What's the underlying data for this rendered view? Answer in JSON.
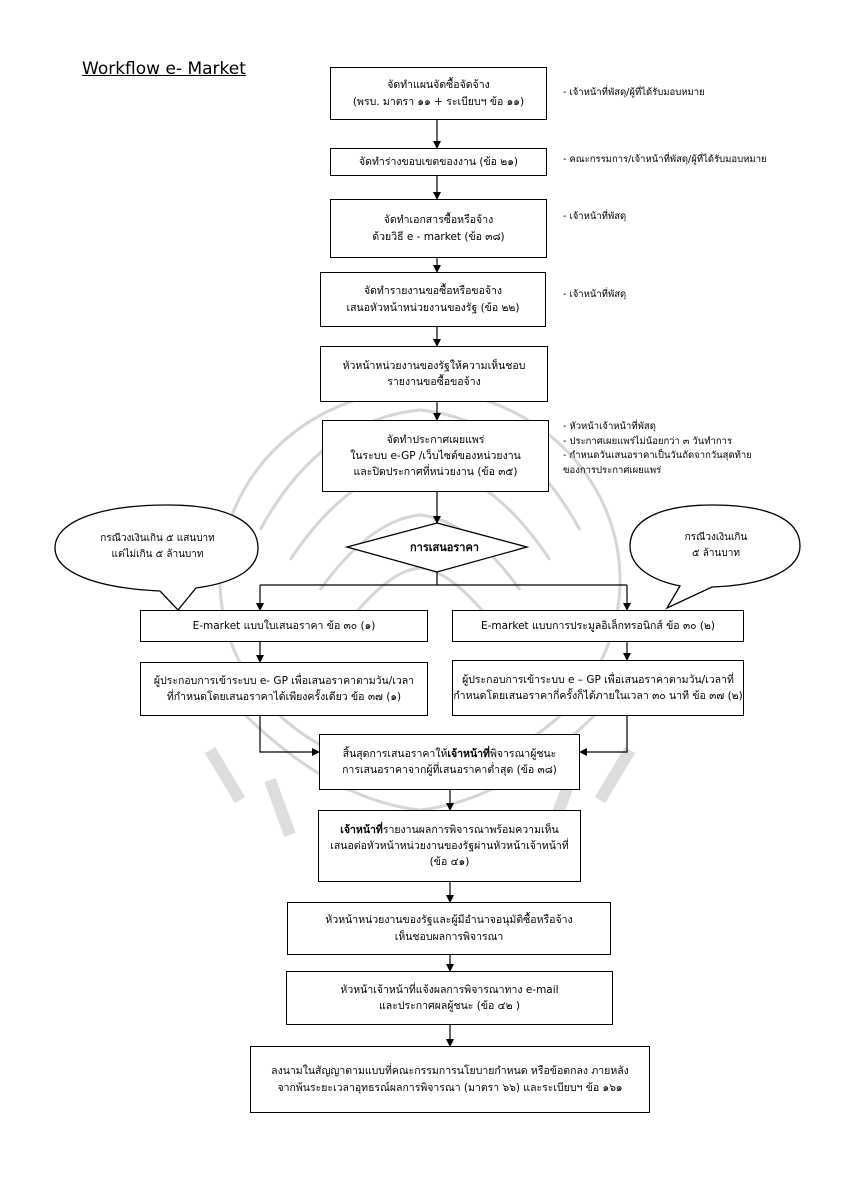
{
  "title": "Workflow e- Market",
  "steps": {
    "s1": [
      "จัดทำแผนจัดซื้อจัดจ้าง",
      "(พรบ. มาตรา ๑๑ + ระเบียบฯ ข้อ ๑๑)"
    ],
    "s2": [
      "จัดทำร่างขอบเขตของงาน (ข้อ ๒๑)"
    ],
    "s3": [
      "จัดทำเอกสารซื้อหรือจ้าง",
      "ด้วยวิธี e - market (ข้อ ๓๘)"
    ],
    "s4": [
      "จัดทำรายงานขอซื้อหรือขอจ้าง",
      "เสนอหัวหน้าหน่วยงานของรัฐ (ข้อ ๒๒)"
    ],
    "s5": [
      "หัวหน้าหน่วยงานของรัฐให้ความเห็นชอบ",
      "รายงานขอซื้อขอจ้าง"
    ],
    "s6": [
      "จัดทำประกาศเผยแพร่",
      "ในระบบ e-GP /เว็บไซต์ของหน่วยงาน",
      "และปิดประกาศที่หน่วยงาน (ข้อ ๓๕)"
    ],
    "decision": "การเสนอราคา",
    "left1": "E-market แบบใบเสนอราคา ข้อ ๓๐ (๑)",
    "right1": "E-market  แบบการประมูลอิเล็กทรอนิกส์ ข้อ ๓๐ (๒)",
    "left2": [
      "ผู้ประกอบการเข้าระบบ e- GP เพื่อเสนอราคาตามวัน/เวลา",
      "ที่กำหนดโดยเสนอราคาได้เพียงครั้งเดียว ข้อ ๓๗ (๑)"
    ],
    "right2": [
      "ผู้ประกอบการเข้าระบบ e – GP เพื่อเสนอราคาตามวัน/เวลาที่",
      "กำหนดโดยเสนอราคากี่ครั้งก็ได้ภายในเวลา ๓๐ นาที ข้อ ๓๗ (๒)"
    ],
    "s7_pre": "สิ้นสุดการเสนอราคาให้",
    "s7_bold": "เจ้าหน้าที่",
    "s7_post": "พิจารณาผู้ชนะ",
    "s7_line2": "การเสนอราคาจากผู้ที่เสนอราคาต่ำสุด (ข้อ ๓๘)",
    "s8_bold": "เจ้าหน้าที่",
    "s8_post": "รายงานผลการพิจารณาพร้อมความเห็น",
    "s8_line2": "เสนอต่อหัวหน้าหน่วยงานของรัฐผ่านหัวหน้าเจ้าหน้าที่",
    "s8_line3": "(ข้อ ๔๑)",
    "s9": [
      "หัวหน้าหน่วยงานของรัฐและผู้มีอำนาจอนุมัติซื้อหรือจ้าง",
      "เห็นชอบผลการพิจารณา"
    ],
    "s10": [
      "หัวหน้าเจ้าหน้าที่แจ้งผลการพิจารณาทาง e-mail",
      "และประกาศผลผู้ชนะ (ข้อ ๔๒ )"
    ],
    "s11": [
      "ลงนามในสัญญาตามแบบที่คณะกรรมการนโยบายกำหนด หรือข้อตกลง ภายหลัง",
      "จากพ้นระยะเวลาอุทธรณ์ผลการพิจารณา (มาตรา ๖๖) และระเบียบฯ ข้อ ๑๖๑"
    ]
  },
  "notes": {
    "n1": [
      "- เจ้าหน้าที่พัสดุ/ผู้ที่ได้รับมอบหมาย"
    ],
    "n2": [
      "- คณะกรรมการ/เจ้าหน้าที่พัสดุ/ผู้ที่ได้รับมอบหมาย"
    ],
    "n3": [
      "- เจ้าหน้าที่พัสดุ"
    ],
    "n4": [
      "- เจ้าหน้าที่พัสดุ"
    ],
    "n6": [
      "- หัวหน้าเจ้าหน้าที่พัสดุ",
      "- ประกาศเผยแพร่ไม่น้อยกว่า ๓ วันทำการ",
      "- กำหนดวันเสนอราคาเป็นวันถัดจากวันสุดท้าย",
      "  ของการประกาศเผยแพร่"
    ]
  },
  "bubbles": {
    "left": [
      "กรณีวงเงินเกิน ๕ แสนบาท",
      "แต่ไม่เกิน ๕ ล้านบาท"
    ],
    "right": [
      "กรณีวงเงินเกิน",
      "๕ ล้านบาท"
    ]
  }
}
